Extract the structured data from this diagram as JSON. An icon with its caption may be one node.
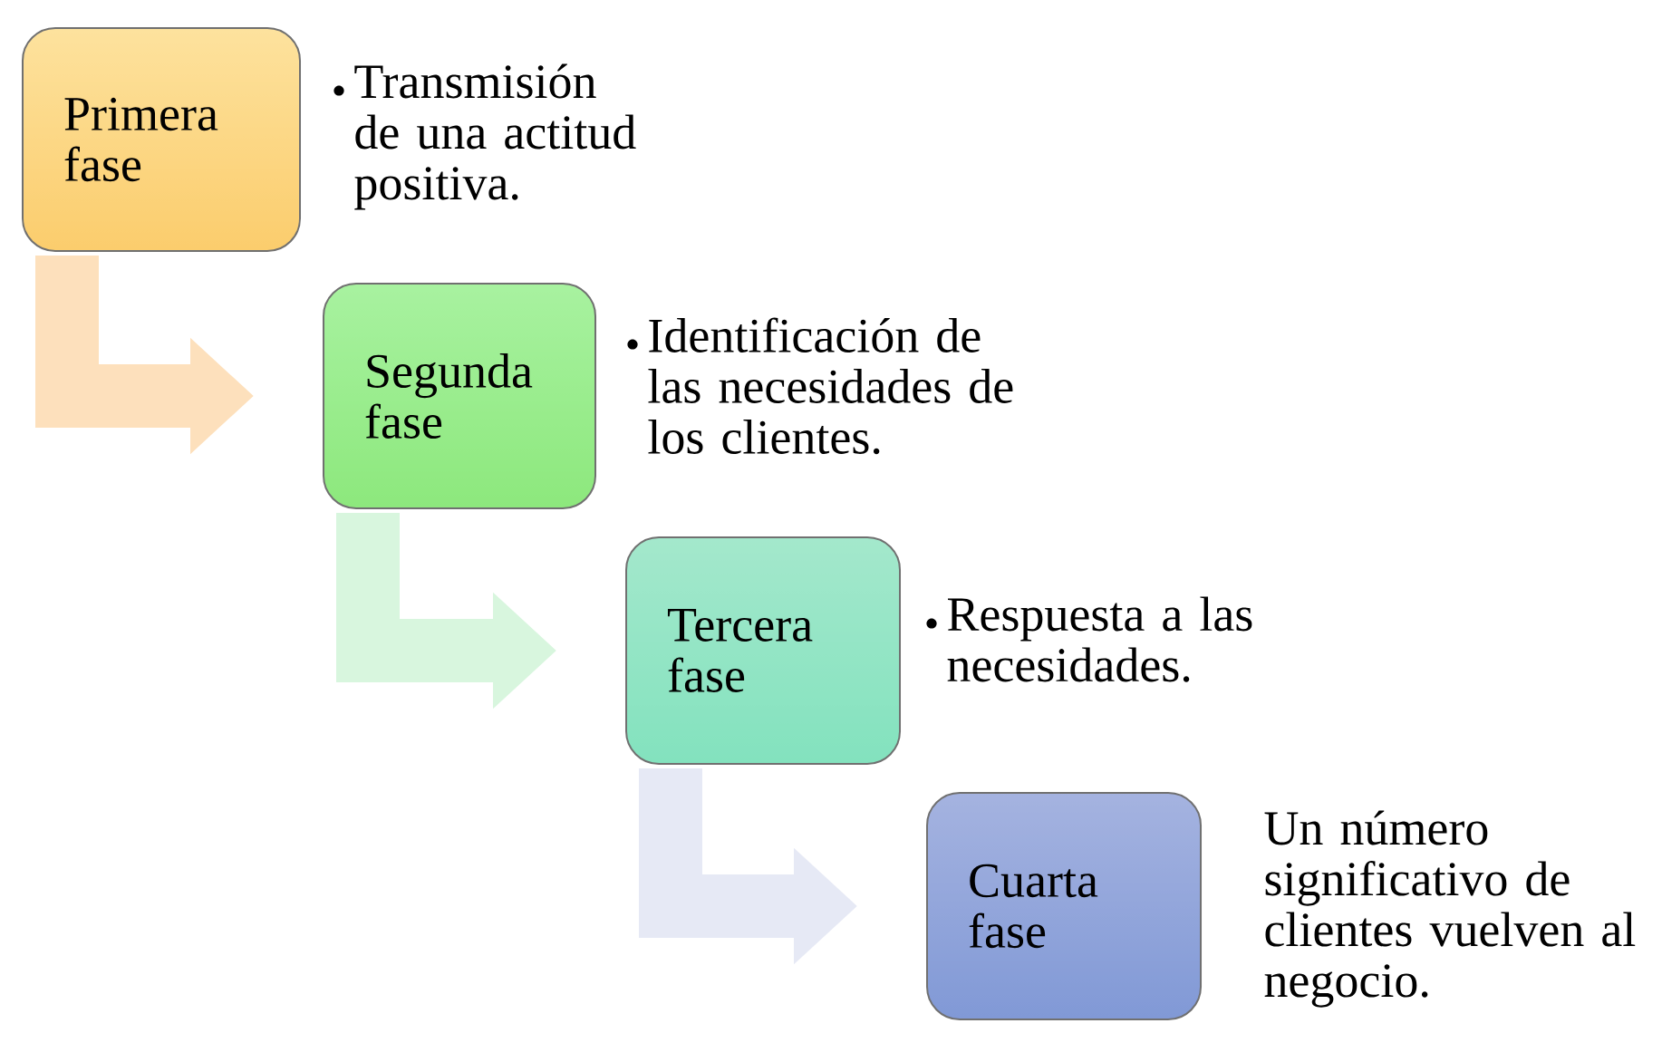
{
  "diagram": {
    "nodes": [
      {
        "text": [
          "Primera fase"
        ],
        "beside": [
          "Transmisión de una actitud positiva."
        ]
      },
      {
        "text": [
          "Segunda fase"
        ],
        "beside": [
          "Identificación de las necesidades de los clientes."
        ]
      },
      {
        "text": [
          "Tercera fase"
        ],
        "beside": [
          "Respuesta a las necesidades."
        ]
      },
      {
        "text": [
          "Cuarta fase"
        ],
        "beside": [
          "Un número significativo de clientes vuelven al negocio."
        ]
      }
    ],
    "edges": [
      {
        "from": 0,
        "to": 1,
        "arrow": "to",
        "color": "#fde0bc"
      },
      {
        "from": 1,
        "to": 2,
        "arrow": "to",
        "color": "#d8f6de"
      },
      {
        "from": 2,
        "to": 3,
        "arrow": "to",
        "color": "#e6e9f5"
      }
    ]
  }
}
